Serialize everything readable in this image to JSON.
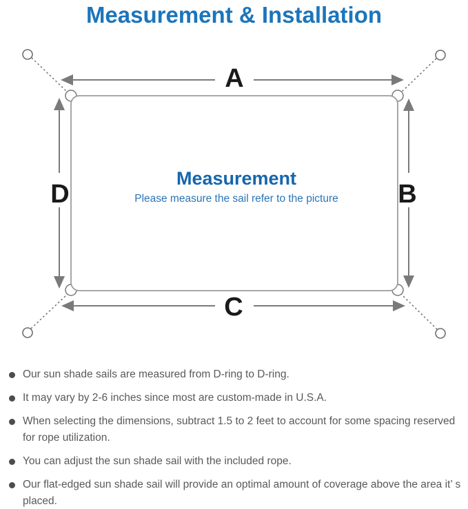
{
  "title": "Measurement & Installation",
  "colors": {
    "title_blue": "#1b75bc",
    "heading_blue": "#1566ad",
    "subtitle_blue": "#2a74b6",
    "label_black": "#1a1a1a",
    "line_gray": "#9c9c9c",
    "arrow_gray": "#7a7a7a",
    "rope_gray": "#6e6e6e",
    "text_gray": "#595959",
    "dot_gray": "#4d4d4d"
  },
  "diagram": {
    "center_heading": "Measurement",
    "center_subtitle": "Please measure the sail refer to the picture",
    "dimension_labels": {
      "top": "A",
      "right": "B",
      "bottom": "C",
      "left": "D"
    },
    "icons": {
      "corner_rings": "d-ring-icon",
      "anchor_points": "anchor-point-icon",
      "ropes": "dashed-rope-line"
    }
  },
  "notes": [
    {
      "text": "Our sun shade sails are measured from D-ring to D-ring."
    },
    {
      "text": "It may vary by 2-6 inches since most are custom-made in U.S.A."
    },
    {
      "text": "When selecting the dimensions, subtract 1.5 to 2 feet to account for some spacing reserved for rope utilization."
    },
    {
      "text": "You can adjust the sun shade sail with the included rope."
    },
    {
      "text": "Our flat-edged sun shade sail will provide an optimal amount of coverage above the area it’ s placed."
    }
  ]
}
